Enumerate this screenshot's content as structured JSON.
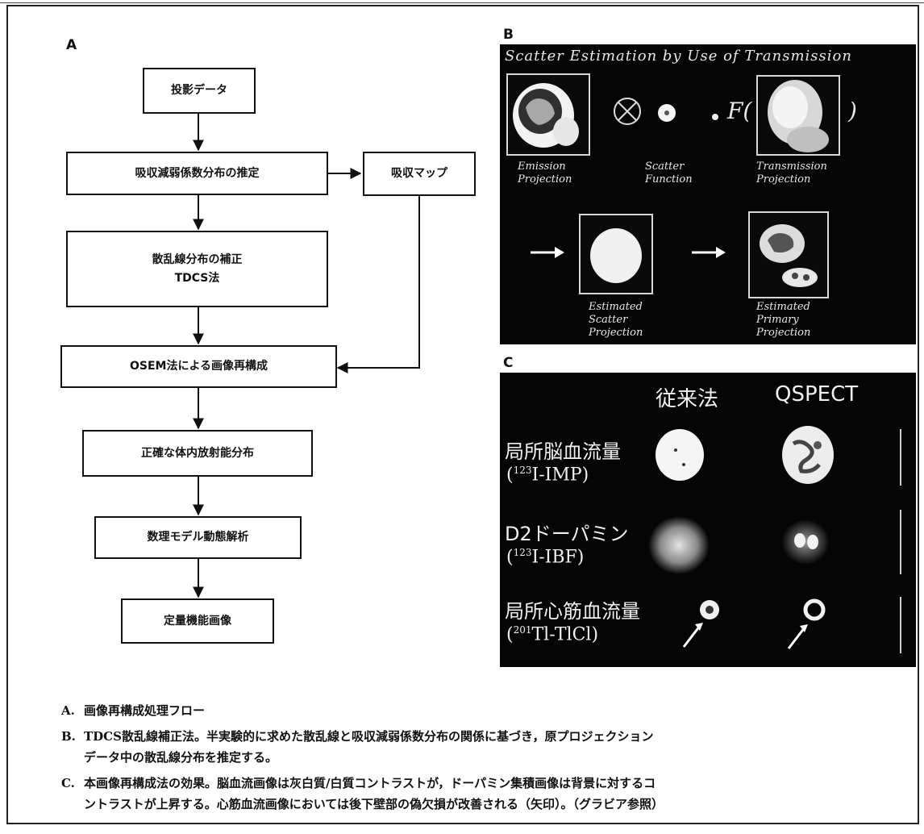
{
  "panel_labels": {
    "a": "A",
    "b": "B",
    "c": "C"
  },
  "flow": {
    "n1": "投影データ",
    "n2": "吸収減弱係数分布の推定",
    "side": "吸収マップ",
    "n3_line1": "散乱線分布の補正",
    "n3_line2": "TDCS法",
    "n4": "OSEM法による画像再構成",
    "n5": "正確な体内放射能分布",
    "n6": "数理モデル動態解析",
    "n7": "定量機能画像"
  },
  "panel_b": {
    "title": "Scatter Estimation by Use of Transmission",
    "f_symbol": "F(",
    "f_close": ")",
    "emission": [
      "Emission",
      "Projection"
    ],
    "scatter_fn": [
      "Scatter",
      "Function"
    ],
    "transmission": [
      "Transmission",
      "Projection"
    ],
    "est_scatter": [
      "Estimated",
      "Scatter",
      "Projection"
    ],
    "est_primary": [
      "Estimated",
      "Primary",
      "Projection"
    ]
  },
  "panel_c": {
    "col1": "従来法",
    "col2": "QSPECT",
    "rows": [
      {
        "label": "局所脳血流量",
        "sup": "123",
        "tracer": "I-IMP"
      },
      {
        "label": "D2ドーパミン",
        "sup": "123",
        "tracer": "I-IBF"
      },
      {
        "label": "局所心筋血流量",
        "sup": "201",
        "tracer": "Tl-TlCl"
      }
    ]
  },
  "captions": {
    "a_label": "A.",
    "a_text": "画像再構成処理フロー",
    "b_label": "B.",
    "b_text1": "TDCS散乱線補正法。半実験的に求めた散乱線と吸収減弱係数分布の関係に基づき，原プロジェクション",
    "b_text2": "データ中の散乱線分布を推定する。",
    "c_label": "C.",
    "c_text1": "本画像再構成法の効果。脳血流画像は灰白質/白質コントラストが，ドーパミン集積画像は背景に対するコ",
    "c_text2": "ントラストが上昇する。心筋血流画像においては後下壁部の偽欠損が改善される（矢印）。（グラビア参照）"
  }
}
